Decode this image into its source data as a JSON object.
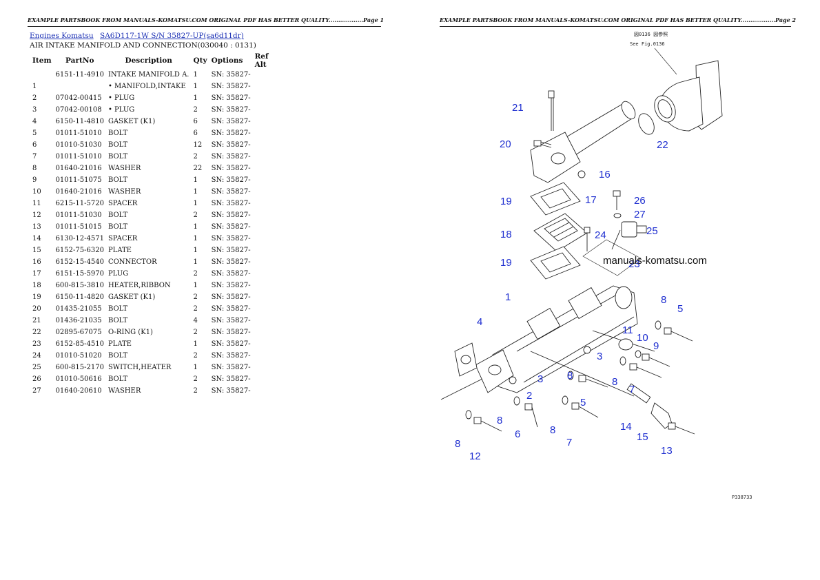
{
  "header": {
    "page1": "EXAMPLE PARTSBOOK FROM MANUALS-KOMATSU.COM ORIGINAL PDF HAS BETTER QUALITY..................Page 1",
    "page2": "EXAMPLE PARTSBOOK FROM MANUALS-KOMATSU.COM ORIGINAL PDF HAS BETTER QUALITY..................Page 2"
  },
  "breadcrumb": {
    "link1": "Engines Komatsu",
    "link2": "SA6D117-1W S/N 35827-UP(sa6d11dr)"
  },
  "subtitle": "AIR INTAKE MANIFOLD AND CONNECTION(030040 : 0131)",
  "table": {
    "headers": [
      "Item",
      "PartNo",
      "Description",
      "Qty",
      "Options",
      "Ref Alt"
    ],
    "rows": [
      [
        "",
        "6151-11-4910",
        "INTAKE MANIFOLD A.",
        "1",
        "SN: 35827-",
        ""
      ],
      [
        "1",
        "",
        "• MANIFOLD,INTAKE",
        "1",
        "SN: 35827-",
        ""
      ],
      [
        "2",
        "07042-00415",
        "• PLUG",
        "1",
        "SN: 35827-",
        ""
      ],
      [
        "3",
        "07042-00108",
        "• PLUG",
        "2",
        "SN: 35827-",
        ""
      ],
      [
        "4",
        "6150-11-4810",
        "GASKET (K1)",
        "6",
        "SN: 35827-",
        ""
      ],
      [
        "5",
        "01011-51010",
        "BOLT",
        "6",
        "SN: 35827-",
        ""
      ],
      [
        "6",
        "01010-51030",
        "BOLT",
        "12",
        "SN: 35827-",
        ""
      ],
      [
        "7",
        "01011-51010",
        "BOLT",
        "2",
        "SN: 35827-",
        ""
      ],
      [
        "8",
        "01640-21016",
        "WASHER",
        "22",
        "SN: 35827-",
        ""
      ],
      [
        "9",
        "01011-51075",
        "BOLT",
        "1",
        "SN: 35827-",
        ""
      ],
      [
        "10",
        "01640-21016",
        "WASHER",
        "1",
        "SN: 35827-",
        ""
      ],
      [
        "11",
        "6215-11-5720",
        "SPACER",
        "1",
        "SN: 35827-",
        ""
      ],
      [
        "12",
        "01011-51030",
        "BOLT",
        "2",
        "SN: 35827-",
        ""
      ],
      [
        "13",
        "01011-51015",
        "BOLT",
        "1",
        "SN: 35827-",
        ""
      ],
      [
        "14",
        "6130-12-4571",
        "SPACER",
        "1",
        "SN: 35827-",
        ""
      ],
      [
        "15",
        "6152-75-6320",
        "PLATE",
        "1",
        "SN: 35827-",
        ""
      ],
      [
        "16",
        "6152-15-4540",
        "CONNECTOR",
        "1",
        "SN: 35827-",
        ""
      ],
      [
        "17",
        "6151-15-5970",
        "PLUG",
        "2",
        "SN: 35827-",
        ""
      ],
      [
        "18",
        "600-815-3810",
        "HEATER,RIBBON",
        "1",
        "SN: 35827-",
        ""
      ],
      [
        "19",
        "6150-11-4820",
        "GASKET (K1)",
        "2",
        "SN: 35827-",
        ""
      ],
      [
        "20",
        "01435-21055",
        "BOLT",
        "2",
        "SN: 35827-",
        ""
      ],
      [
        "21",
        "01436-21035",
        "BOLT",
        "4",
        "SN: 35827-",
        ""
      ],
      [
        "22",
        "02895-67075",
        "O-RING (K1)",
        "2",
        "SN: 35827-",
        ""
      ],
      [
        "23",
        "6152-85-4510",
        "PLATE",
        "1",
        "SN: 35827-",
        ""
      ],
      [
        "24",
        "01010-51020",
        "BOLT",
        "2",
        "SN: 35827-",
        ""
      ],
      [
        "25",
        "600-815-2170",
        "SWITCH,HEATER",
        "1",
        "SN: 35827-",
        ""
      ],
      [
        "26",
        "01010-50616",
        "BOLT",
        "2",
        "SN: 35827-",
        ""
      ],
      [
        "27",
        "01640-20610",
        "WASHER",
        "2",
        "SN: 35827-",
        ""
      ]
    ]
  },
  "diagram": {
    "note_jp": "図0136 図参照",
    "note_en": "See Fig.0136",
    "watermark": "manuals-komatsu.com",
    "figure_code": "P338733",
    "callouts": [
      "21",
      "20",
      "22",
      "16",
      "19",
      "17",
      "26",
      "27",
      "25",
      "18",
      "24",
      "19",
      "23",
      "1",
      "8",
      "5",
      "4",
      "11",
      "10",
      "9",
      "3",
      "3",
      "2",
      "8",
      "7",
      "8",
      "5",
      "8",
      "6",
      "8",
      "7",
      "14",
      "15",
      "13",
      "8",
      "12"
    ]
  }
}
